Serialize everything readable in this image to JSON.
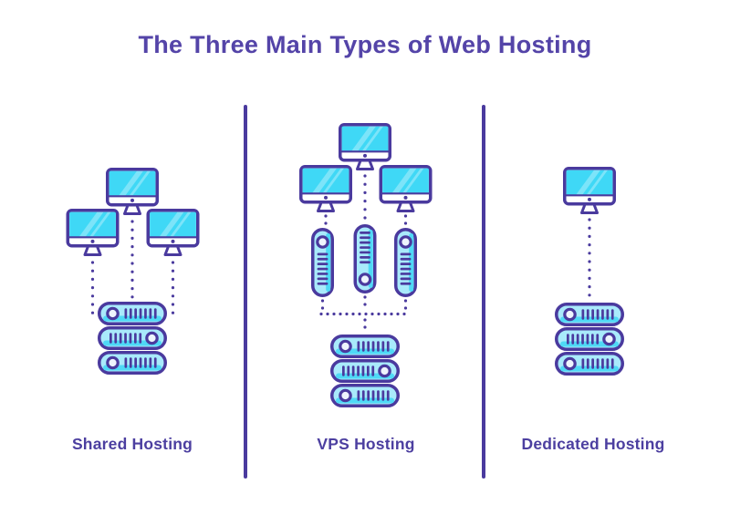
{
  "title": "The Three Main Types of Web Hosting",
  "colors": {
    "accent_purple": "#4a3a9e",
    "title_purple": "#5444a8",
    "label_purple": "#4c3fa0",
    "screen_cyan": "#3fd8f6",
    "fill_cyan_light": "#a9eafb",
    "fill_cyan_bright": "#4fd9f6",
    "circle_fill": "#eef4fd",
    "background": "#ffffff"
  },
  "columns": [
    {
      "id": "shared",
      "label": "Shared Hosting",
      "client_monitors": 3,
      "vps_containers": 0,
      "server_units": 3,
      "icons": [
        "monitor-icon",
        "monitor-icon",
        "monitor-icon",
        "server-stack-icon"
      ],
      "connection_style": "dotted"
    },
    {
      "id": "vps",
      "label": "VPS Hosting",
      "client_monitors": 3,
      "vps_containers": 3,
      "server_units": 3,
      "icons": [
        "monitor-icon",
        "monitor-icon",
        "monitor-icon",
        "vps-container-icon",
        "vps-container-icon",
        "vps-container-icon",
        "server-stack-icon"
      ],
      "connection_style": "dotted"
    },
    {
      "id": "dedicated",
      "label": "Dedicated Hosting",
      "client_monitors": 1,
      "vps_containers": 0,
      "server_units": 3,
      "icons": [
        "monitor-icon",
        "server-stack-icon"
      ],
      "connection_style": "dotted"
    }
  ]
}
